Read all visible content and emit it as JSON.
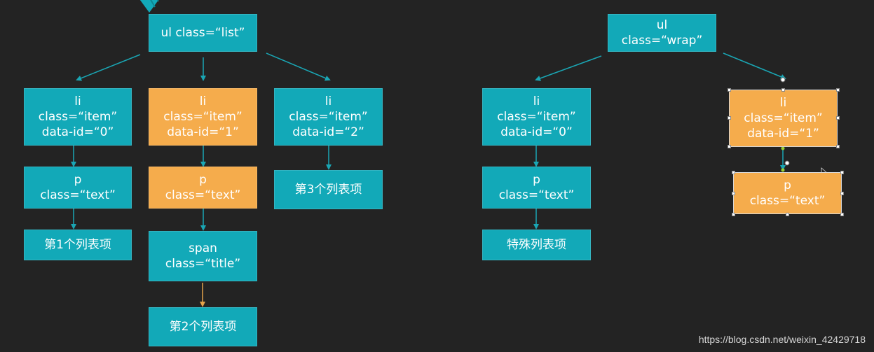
{
  "colors": {
    "node": "#12a9b8",
    "highlight": "#f5ac4c",
    "edge": "#1aa6b4",
    "edge_highlight": "#e3a24a",
    "background": "#232323"
  },
  "tree_left": {
    "root": [
      "ul class=“list”"
    ],
    "li0": [
      "li",
      "class=“item”",
      "data-id=“0”"
    ],
    "li1": [
      "li",
      "class=“item”",
      "data-id=“1”"
    ],
    "li2": [
      "li",
      "class=“item”",
      "data-id=“2”"
    ],
    "p0": [
      "p",
      "class=“text”"
    ],
    "p1": [
      "p",
      "class=“text”"
    ],
    "text0": [
      "第1个列表项"
    ],
    "span1": [
      "span",
      "class=“title”"
    ],
    "text1": [
      "第2个列表项"
    ],
    "text2": [
      "第3个列表项"
    ]
  },
  "tree_right": {
    "root": [
      "ul",
      "class=“wrap”"
    ],
    "li0": [
      "li",
      "class=“item”",
      "data-id=“0”"
    ],
    "li1": [
      "li",
      "class=“item”",
      "data-id=“1”"
    ],
    "p0": [
      "p",
      "class=“text”"
    ],
    "p1": [
      "p",
      "class=“text”"
    ],
    "text0": [
      "特殊列表项"
    ]
  },
  "watermark": "https://blog.csdn.net/weixin_42429718"
}
